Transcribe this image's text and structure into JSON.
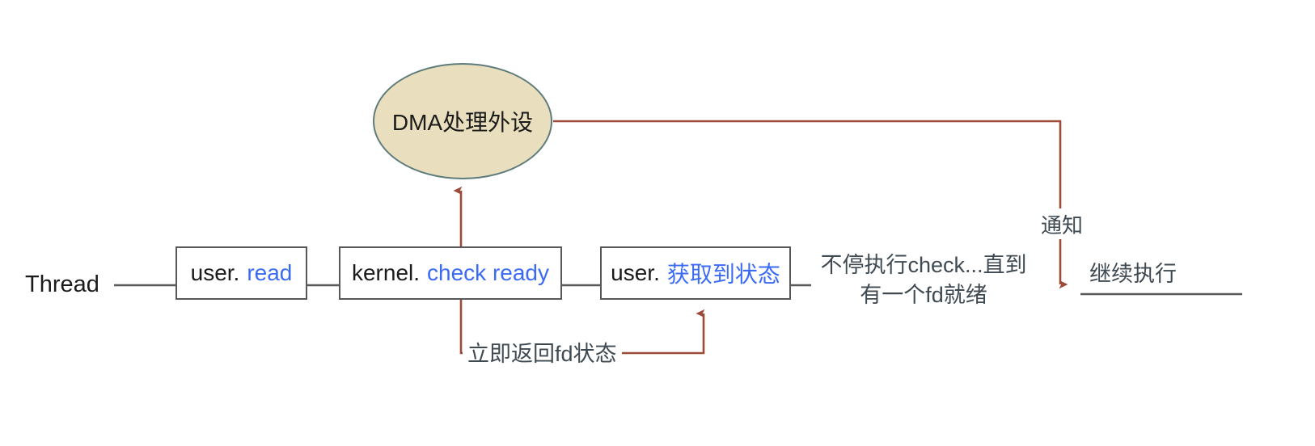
{
  "diagram": {
    "title_label": "Thread",
    "colors": {
      "wire_gray": "#585858",
      "wire_red": "#9e4a38",
      "accent_blue": "#3b6bf5",
      "ellipse_fill": "#e9dfbe",
      "ellipse_stroke": "#5f7b7b",
      "text_dark": "#1b1b1b",
      "text_gray": "#3f4a52",
      "background": "#ffffff"
    },
    "nodes": [
      {
        "id": "dma",
        "shape": "ellipse",
        "label": "DMA处理外设"
      },
      {
        "id": "user-read",
        "shape": "box",
        "prefix": "user.",
        "call": "read"
      },
      {
        "id": "kernel-check",
        "shape": "box",
        "prefix": "kernel.",
        "call": "check ready"
      },
      {
        "id": "user-state",
        "shape": "box",
        "prefix": "user.",
        "call": "获取到状态"
      }
    ],
    "annotations": {
      "immediate_return": "立即返回fd状态",
      "loop_check_line1": "不停执行check...直到",
      "loop_check_line2": "有一个fd就绪",
      "notify": "通知",
      "continue": "继续执行"
    }
  }
}
